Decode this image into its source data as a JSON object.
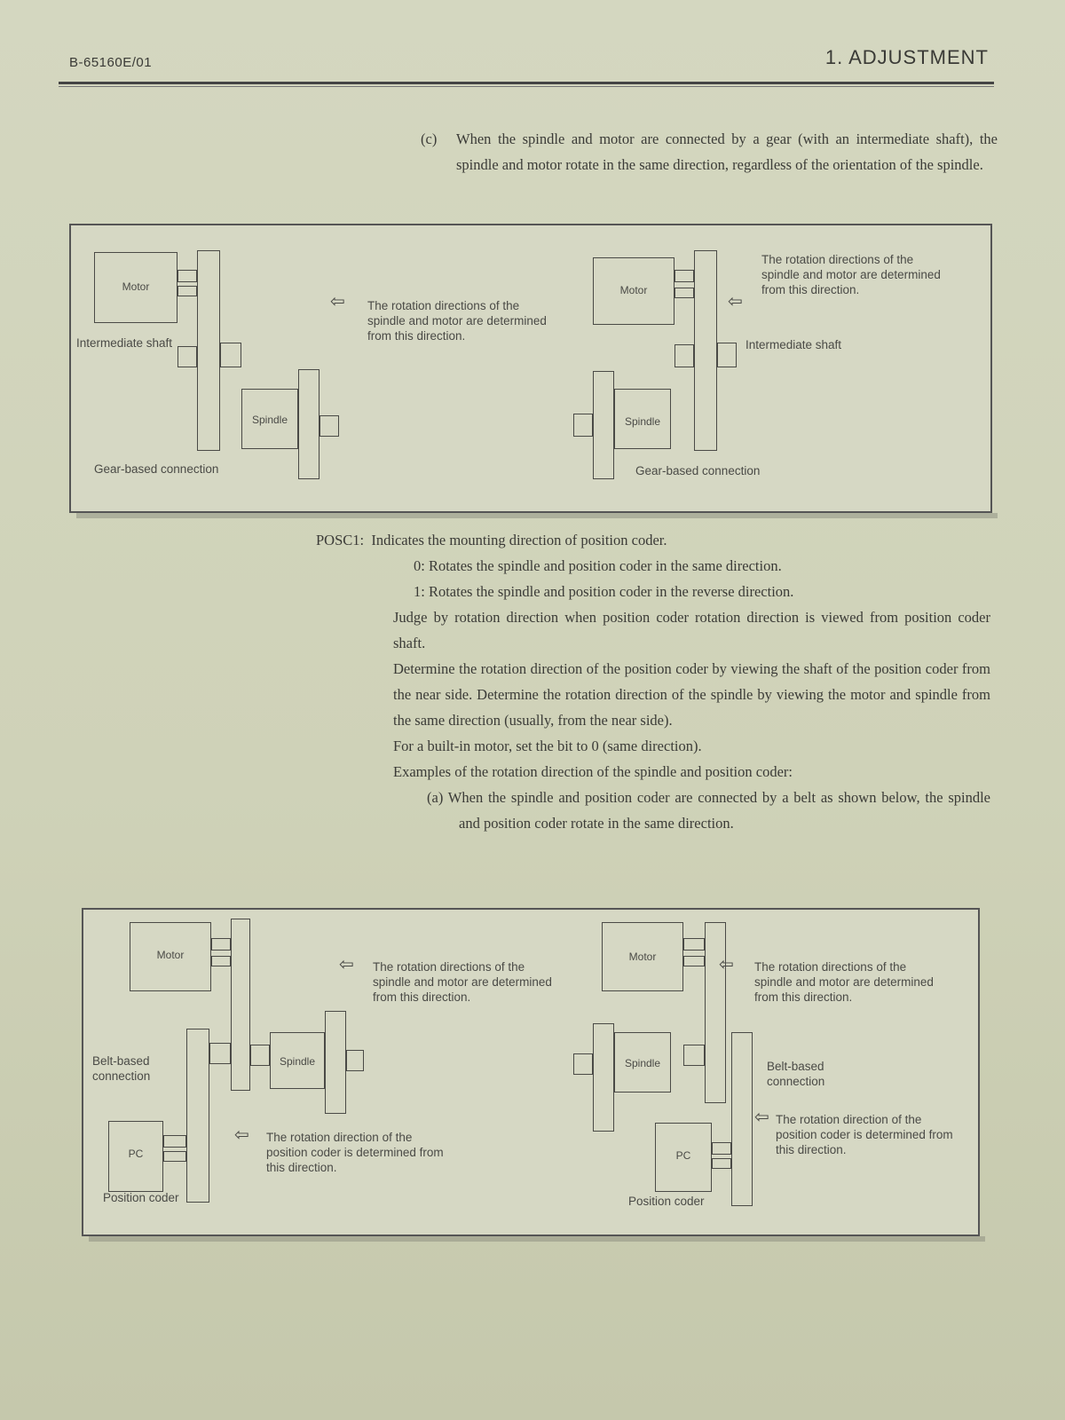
{
  "header": {
    "doc_code": "B-65160E/01",
    "section": "1. ADJUSTMENT"
  },
  "item_c": {
    "label": "(c)",
    "text": "When the spindle and motor are connected by a gear (with an intermediate shaft), the spindle and motor rotate in the same direction, regardless of the orientation of the spindle."
  },
  "figure1": {
    "left": {
      "motor": "Motor",
      "spindle": "Spindle",
      "shaft_label": "Intermediate shaft",
      "arrow_note": "The rotation directions of the spindle and motor are determined from this direction.",
      "caption": "Gear-based connection"
    },
    "right": {
      "motor": "Motor",
      "spindle": "Spindle",
      "shaft_label": "Intermediate shaft",
      "arrow_note": "The rotation directions of the spindle and motor are determined from this direction.",
      "caption": "Gear-based connection"
    }
  },
  "posc1": {
    "label": "POSC1:",
    "title": "Indicates the mounting direction of position coder.",
    "opt0": "0:   Rotates the spindle and position coder in the same direction.",
    "opt1": "1:   Rotates the spindle and position coder in the reverse direction.",
    "p1": "Judge by rotation direction when position coder rotation direction is viewed from position coder shaft.",
    "p2": "Determine the rotation direction of the position coder by viewing the shaft of the position coder from the near side. Determine the rotation direction of the spindle by viewing the motor and spindle from the same direction (usually, from the near side).",
    "p3": "For a built-in motor, set the bit to 0 (same direction).",
    "p4": "Examples of the rotation direction of the spindle and position coder:",
    "item_a": "(a)  When the spindle and position coder are connected by a belt as shown below, the spindle and position coder rotate in the same direction."
  },
  "figure2": {
    "left": {
      "motor": "Motor",
      "spindle": "Spindle",
      "pc": "PC",
      "belt_label": "Belt-based connection",
      "motor_note": "The rotation directions of the spindle and motor are determined from this direction.",
      "pc_note": "The rotation direction of the position coder is determined from this direction.",
      "pc_caption": "Position coder"
    },
    "right": {
      "motor": "Motor",
      "spindle": "Spindle",
      "pc": "PC",
      "belt_label": "Belt-based connection",
      "motor_note": "The rotation directions of the spindle and motor are determined from this direction.",
      "pc_note": "The rotation direction of the position coder is determined from this direction.",
      "pc_caption": "Position coder"
    }
  },
  "icons": {
    "arrow": "hollow-left-arrow-icon"
  }
}
